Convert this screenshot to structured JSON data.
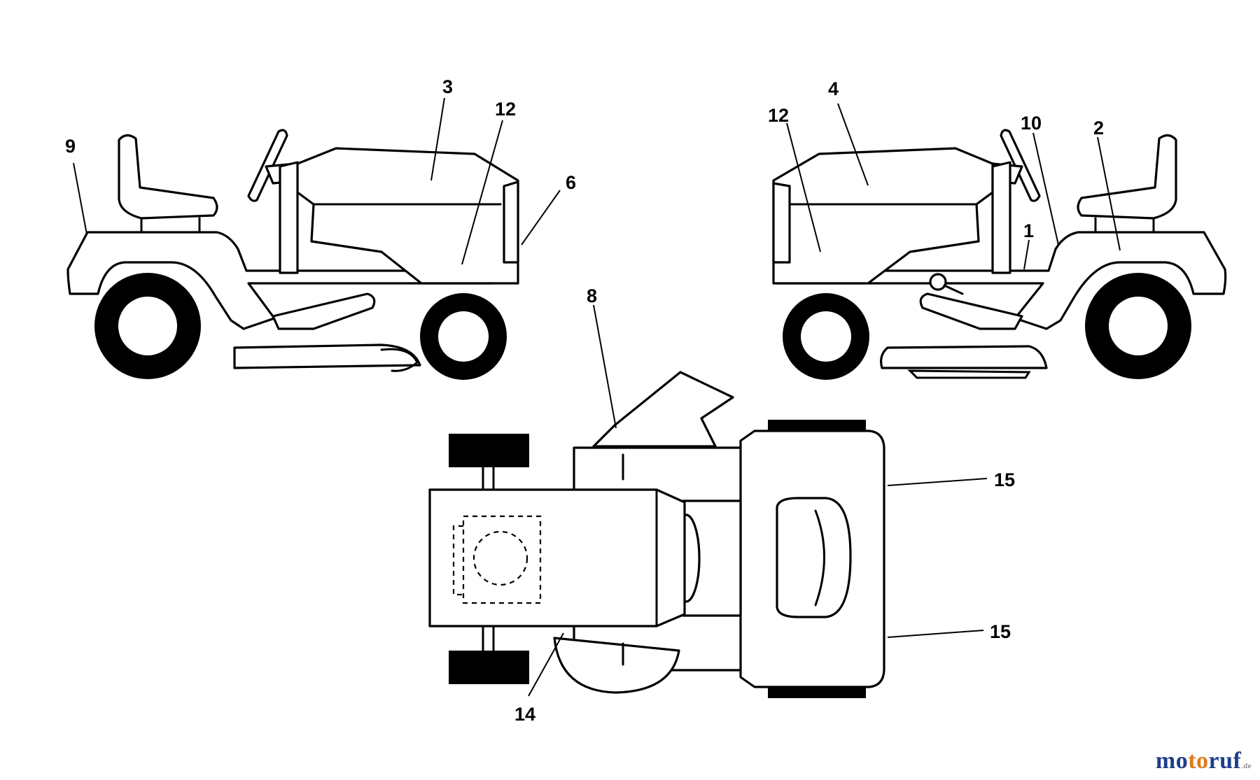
{
  "diagram": {
    "callouts": {
      "c1": "1",
      "c2": "2",
      "c3": "3",
      "c4": "4",
      "c6": "6",
      "c8": "8",
      "c9": "9",
      "c10": "10",
      "c12_left": "12",
      "c12_right": "12",
      "c14": "14",
      "c15_top": "15",
      "c15_bottom": "15"
    }
  },
  "watermark": {
    "part1": "mo",
    "part2": "to",
    "part3": "ruf",
    "tld": ".de"
  },
  "colors": {
    "line": "#000000",
    "background": "#ffffff",
    "watermark_blue": "#1d3f8a",
    "watermark_orange": "#e07a1c"
  }
}
